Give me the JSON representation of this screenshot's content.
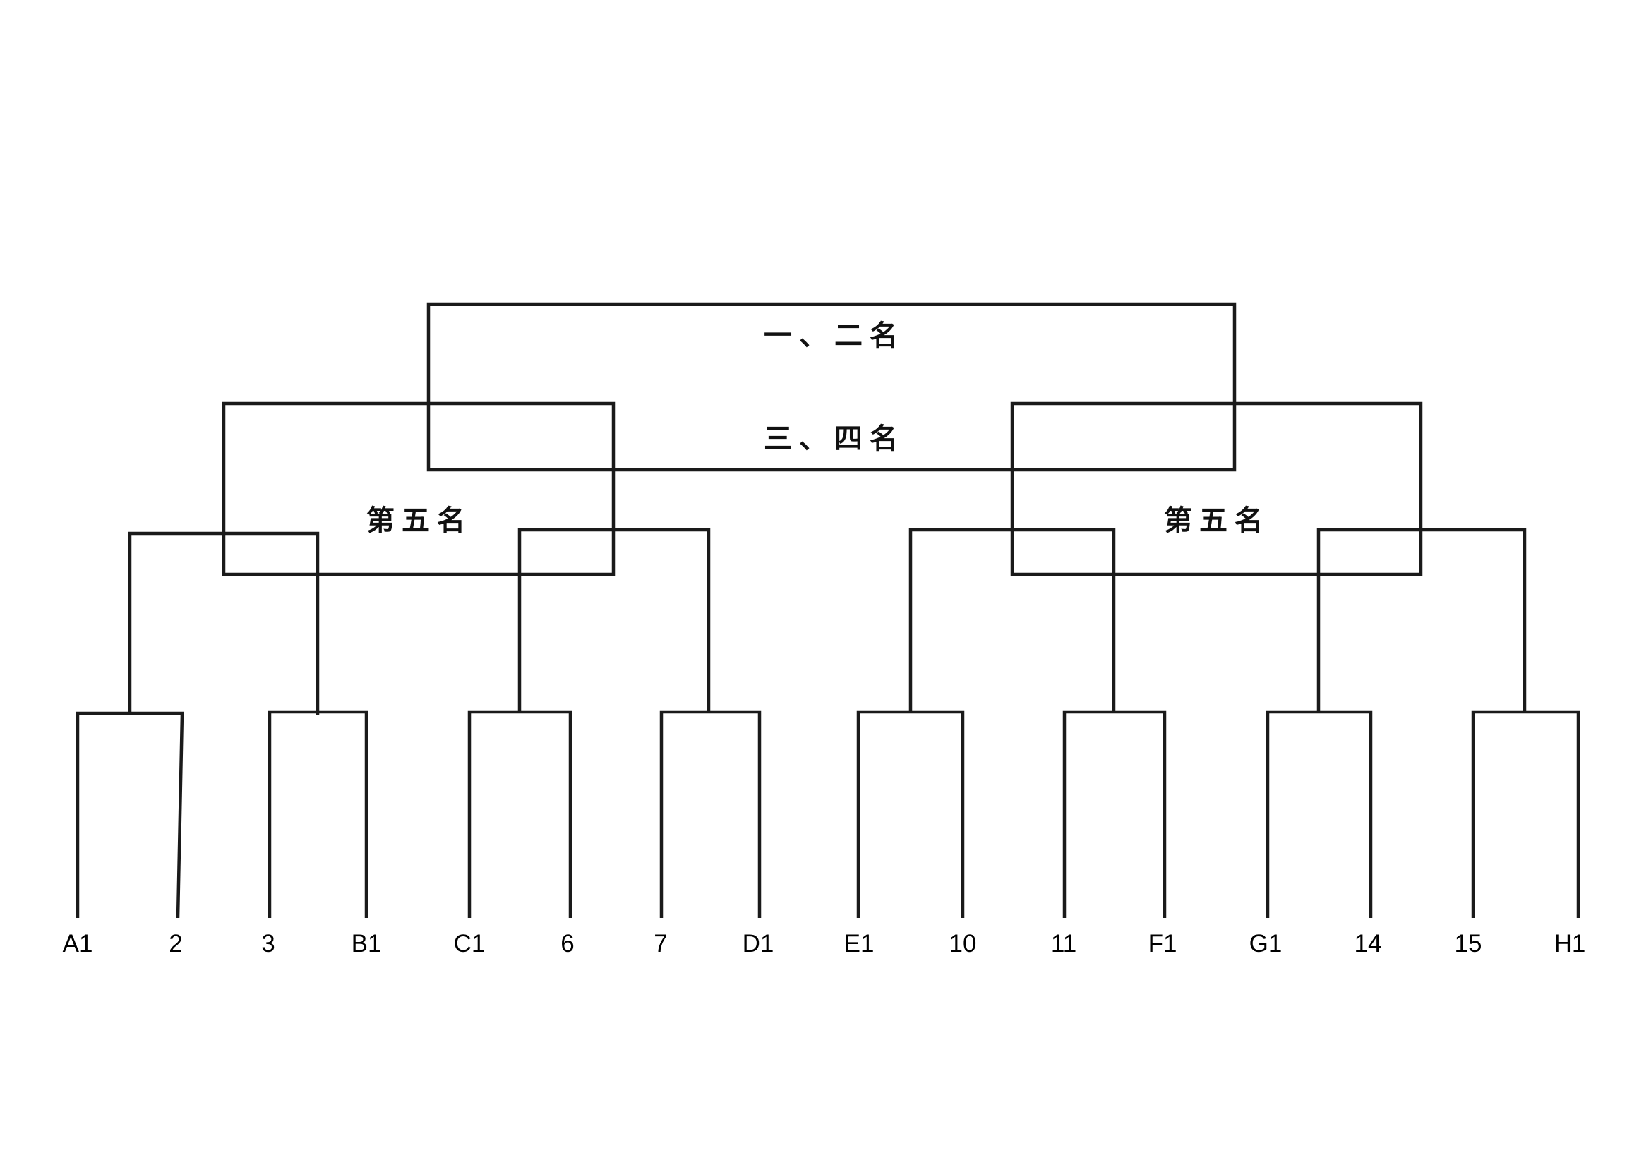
{
  "diagram": {
    "type": "tournament-bracket",
    "labels": {
      "first_second": "一、二名",
      "third_fourth": "三、四名",
      "fifth_left": "第五名",
      "fifth_right": "第五名"
    },
    "teams": [
      "A1",
      "2",
      "3",
      "B1",
      "C1",
      "6",
      "7",
      "D1",
      "E1",
      "10",
      "11",
      "F1",
      "G1",
      "14",
      "15",
      "H1"
    ]
  }
}
